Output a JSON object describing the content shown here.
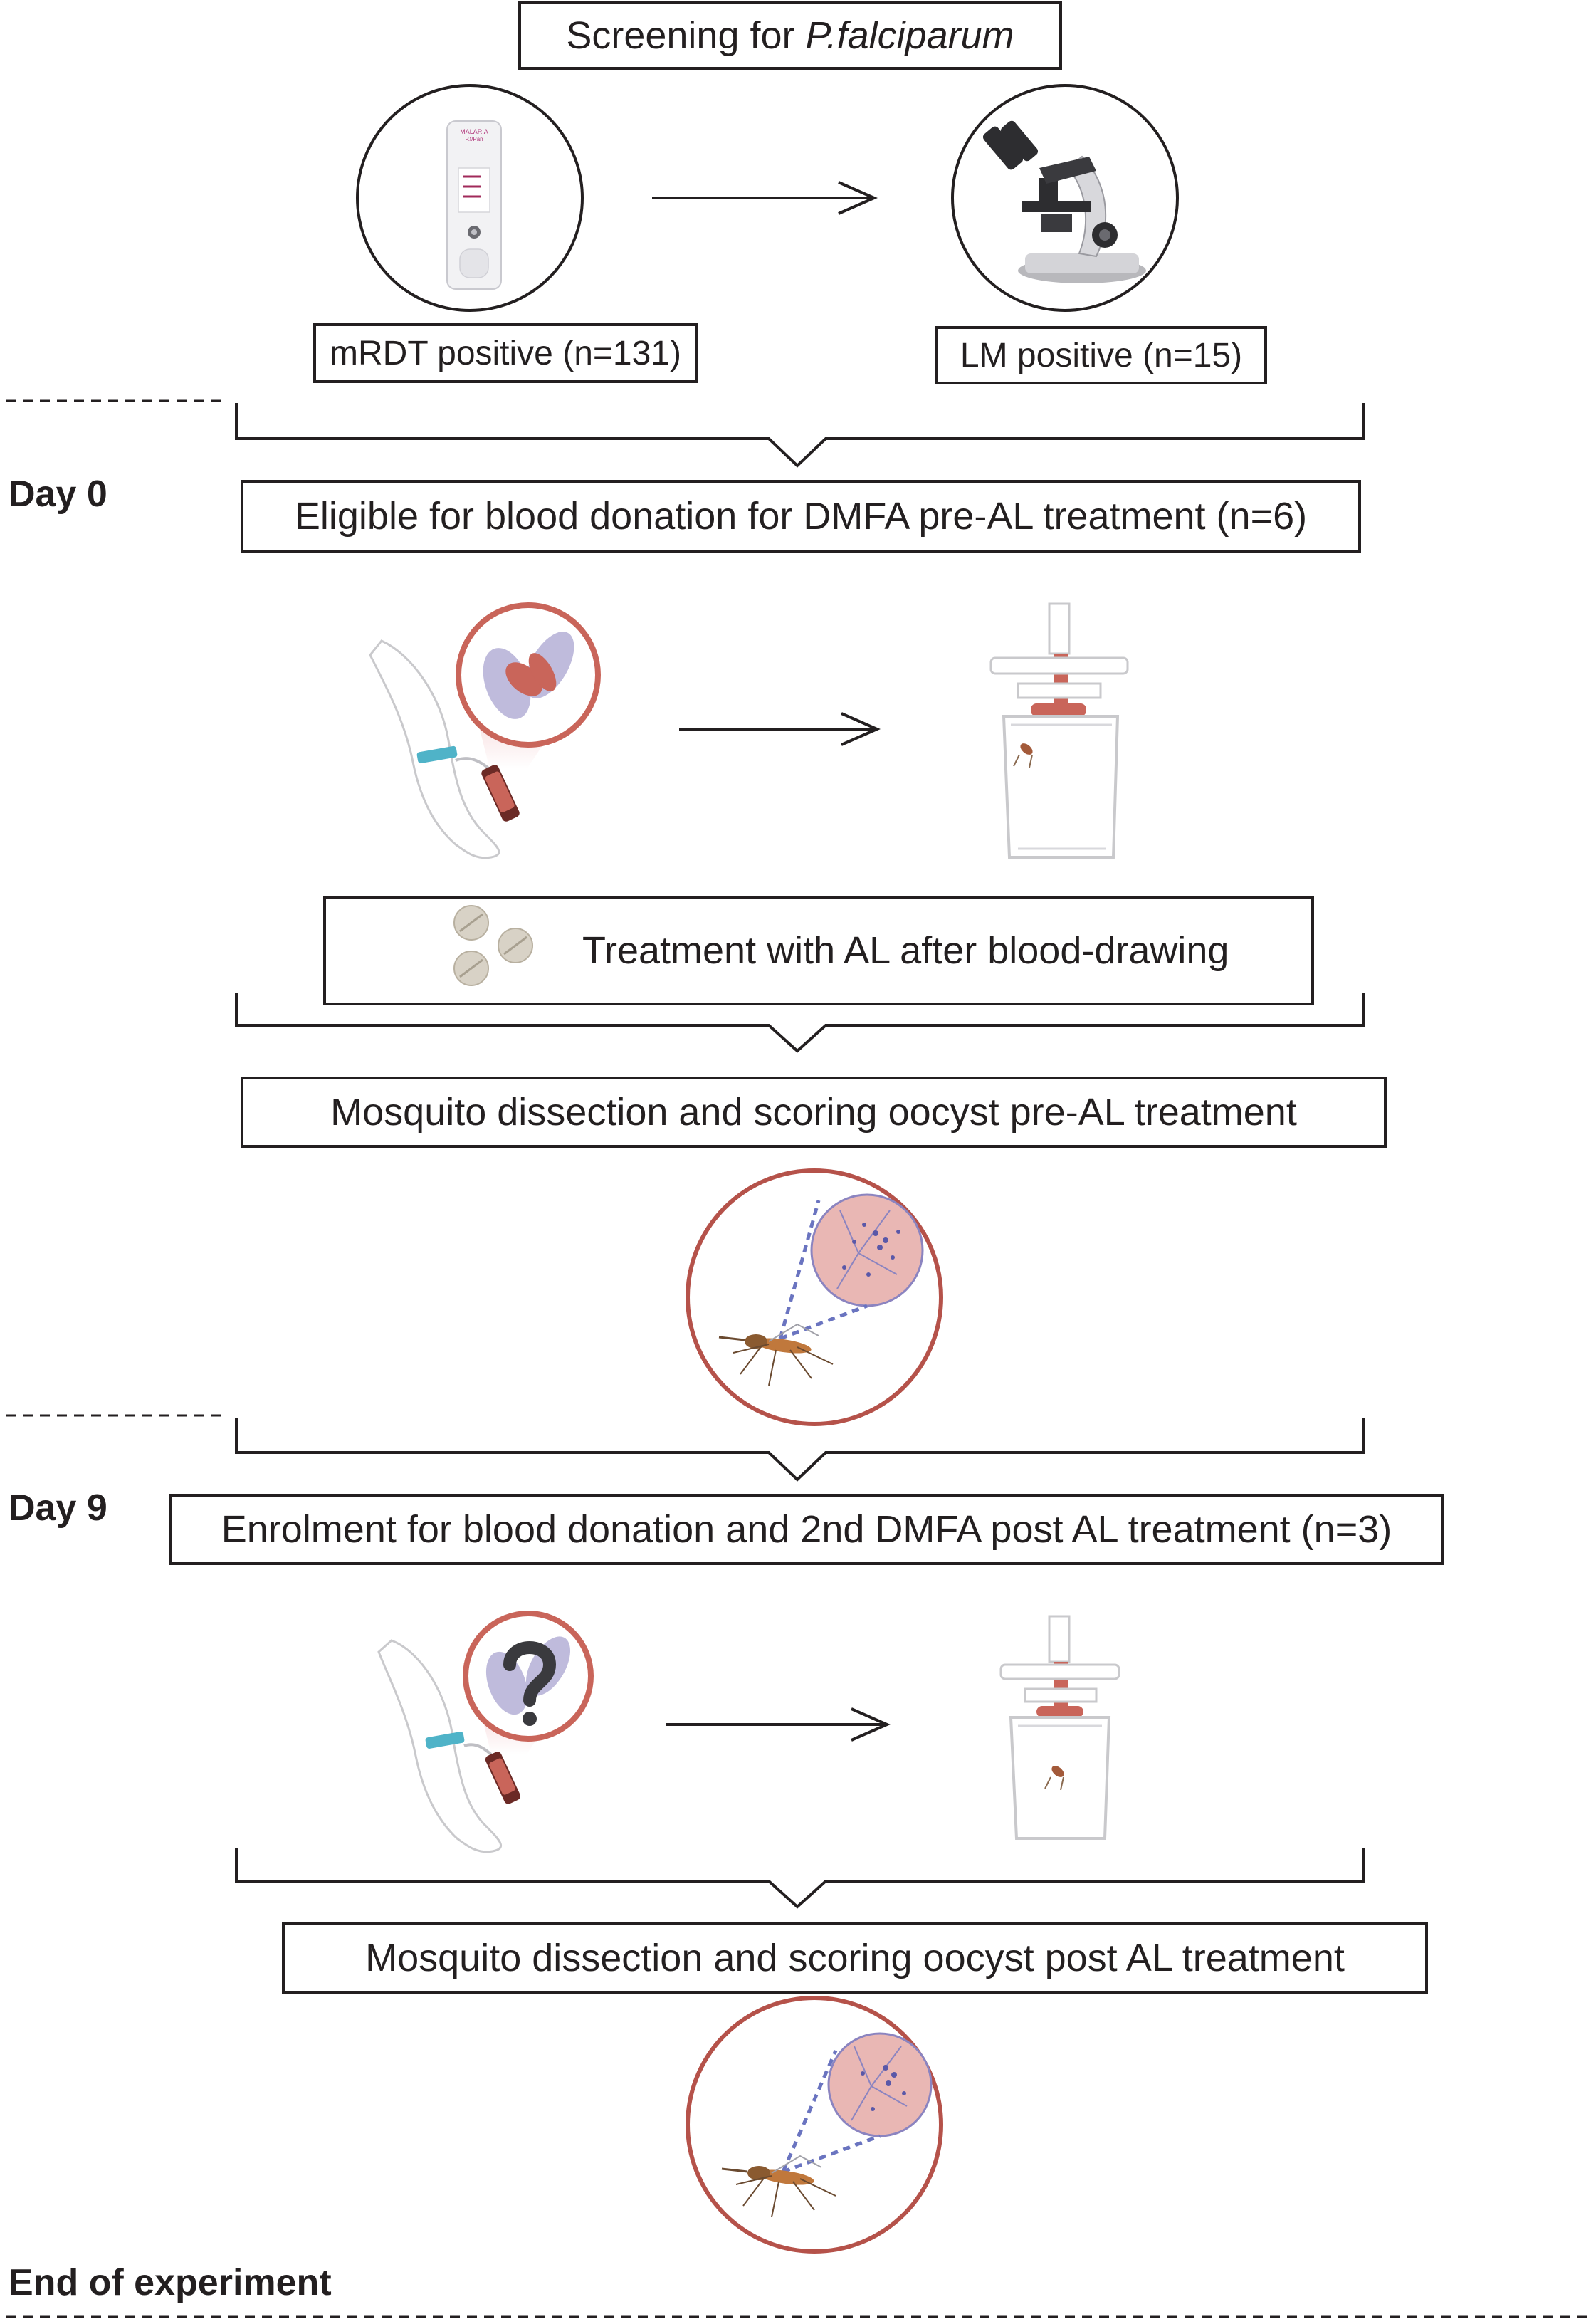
{
  "screening": {
    "prefix": "Screening for ",
    "organism": "P.falciparum"
  },
  "mrdt": {
    "label": "mRDT positive (n=131)",
    "device_text_1": "MALARIA",
    "device_text_2": "P.f/Pan"
  },
  "lm": {
    "label": "LM positive (n=15)"
  },
  "day0": {
    "label": "Day 0",
    "eligible": "Eligible for blood donation for DMFA pre-AL treatment (n=6)"
  },
  "treatment": {
    "label": "Treatment with AL after blood-drawing"
  },
  "dissection_pre": {
    "label": "Mosquito dissection and scoring oocyst pre-AL treatment"
  },
  "day9": {
    "label": "Day 9",
    "enrolment": "Enrolment for blood donation and 2nd DMFA post AL treatment (n=3)"
  },
  "dissection_post": {
    "label": "Mosquito dissection and scoring oocyst post AL treatment"
  },
  "end": {
    "label": "End of experiment"
  },
  "colors": {
    "line": "#231f20",
    "circle_red": "#b5524a",
    "blood": "#c9655a",
    "parasite": "#8b84c0",
    "tourniquet": "#4fb3c8"
  },
  "icons": [
    "rdt-cassette-icon",
    "microscope-icon",
    "arm-blood-draw-icon",
    "membrane-feeder-icon",
    "pills-icon",
    "mosquito-midgut-icon"
  ]
}
